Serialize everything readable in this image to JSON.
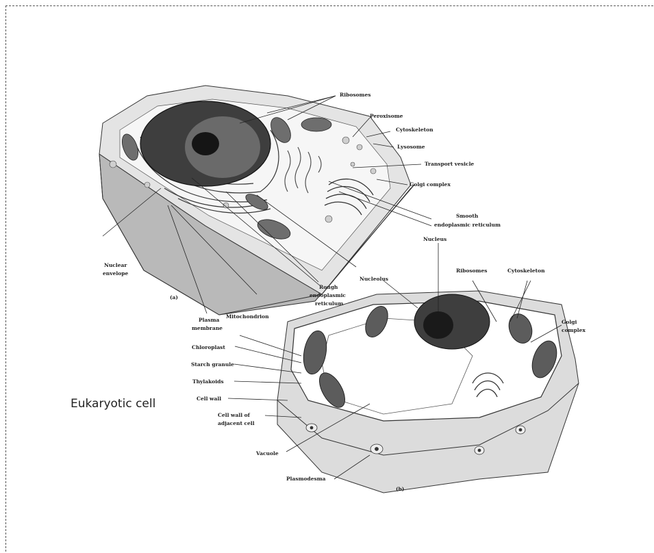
{
  "caption": "Eukaryotic cell",
  "figure": {
    "part_a_tag": "(a)",
    "part_b_tag": "(b)",
    "labels": {
      "ribosomes_a": "Ribosomes",
      "peroxisome": "Peroxisome",
      "cytoskeleton_a": "Cytoskeleton",
      "lysosome": "Lysosome",
      "transport_vesicle": "Transport vesicle",
      "golgi_complex_a": "Golgi complex",
      "smooth_er_1": "Smooth",
      "smooth_er_2": "endoplasmic reticulum",
      "nucleus": "Nucleus",
      "nuclear_envelope_1": "Nuclear",
      "nuclear_envelope_2": "envelope",
      "nucleolus": "Nucleolus",
      "rough_er_1": "Rough",
      "rough_er_2": "endoplasmic",
      "rough_er_3": "reticulum",
      "mitochondrion": "Mitochondrion",
      "plasma_membrane_1": "Plasma",
      "plasma_membrane_2": "membrane",
      "chloroplast": "Chloroplast",
      "starch_granule": "Starch granule",
      "thylakoids": "Thylakoids",
      "cell_wall": "Cell wall",
      "cell_wall_adjacent_1": "Cell wall of",
      "cell_wall_adjacent_2": "adjacent cell",
      "vacuole": "Vacuole",
      "plasmodesma": "Plasmodesma",
      "ribosomes_b": "Ribosomes",
      "cytoskeleton_b": "Cytoskeleton",
      "golgi_complex_b_1": "Golgi",
      "golgi_complex_b_2": "complex"
    }
  }
}
